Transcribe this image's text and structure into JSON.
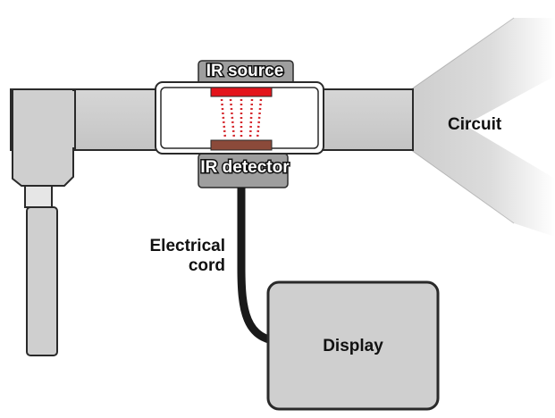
{
  "labels": {
    "ir_source": "IR source",
    "ir_detector": "IR detector",
    "circuit": "Circuit",
    "electrical_cord_line1": "Electrical",
    "electrical_cord_line2": "cord",
    "display": "Display"
  },
  "colors": {
    "tube_fill": "#cdcdcd",
    "tube_stroke": "#2a2a2a",
    "chamber_fill": "#ffffff",
    "ir_source": "#e3141b",
    "ir_detector": "#8b4a3a",
    "ir_beam": "#d4242a",
    "cord": "#1a1a1a",
    "display_fill": "#cfcfcf"
  },
  "icons": {
    "beam": "dotted-ir-beam-lines"
  }
}
